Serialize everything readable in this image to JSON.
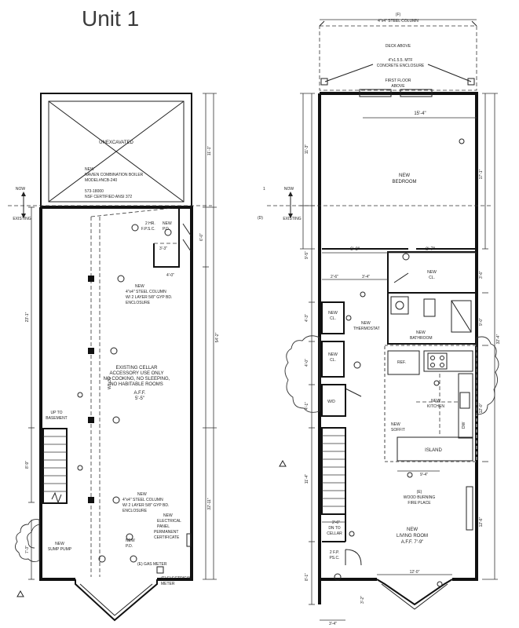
{
  "page_title": "Unit 1",
  "markers": {
    "new": "NOW",
    "existing": "EXISTING",
    "axis_1": "1",
    "axis_d": "(D)"
  },
  "cellar": {
    "unexcavated": "UNEXCAVATED",
    "boiler_note": [
      "NEW",
      "NAVIEN COMBINATION BOILER",
      "MODEL#NCB-240",
      "573-18000",
      "NSF CERTIFIED ANSI 372"
    ],
    "fpsc_note": [
      "2 HR.",
      "F.P.S.C."
    ],
    "new_pd": [
      "NEW",
      "P.D."
    ],
    "dim_3_3": "3'-3\"",
    "dim_4_0": "4'-0\"",
    "column_note_top": [
      "NEW",
      "4\"x4\" STEEL COLUMN",
      "W/ 2 LAYER 5/8\" GYP BD.",
      "ENCLOSURE"
    ],
    "main_note": [
      "EXISTING CELLAR",
      "ACCESSORY USE ONLY",
      "NO COOKING, NO SLEEPING,",
      "NO HABITABLE ROOMS"
    ],
    "aff": [
      "A.F.F.",
      "5'-5\""
    ],
    "beam_label": "W8x31",
    "up_to_basement": [
      "UP TO",
      "BASEMENT"
    ],
    "column_note_bottom": [
      "NEW",
      "4\"x4\" STEEL COLUMN",
      "W/ 2 LAYER 5/8\" GYP BD.",
      "ENCLOSURE"
    ],
    "panel_note": [
      "NEW",
      "ELECTRICAL",
      "PANEL",
      "PERMANENT",
      "CERTIFICATE"
    ],
    "sump_pump": [
      "NEW",
      "SUMP PUMP"
    ],
    "new_pd2": [
      "NEW",
      "P.D."
    ],
    "gas_meter": "(E) GAS METER",
    "elec_meter": [
      "(E) ELECTRICAL",
      "METER"
    ],
    "dims_right": [
      "11'-1\"",
      "6'-0\"",
      "54'-2\"",
      "32'-11\""
    ],
    "dims_left": [
      "23'-1\"",
      "8'-9\"",
      "7'-3\""
    ]
  },
  "first_floor": {
    "column_mark": "(F)",
    "column_note": "4\"x4\" STEEL COLUMN",
    "deck_above": "DECK ABOVE",
    "deck_column_note": [
      "4\"x1.5.5. MTF",
      "CONCRETE ENCLOSURE"
    ],
    "first_floor_above": [
      "FIRST FLOOR",
      "ABOVE"
    ],
    "dim_15_4": "15'-4\"",
    "bedroom": [
      "NEW",
      "BEDROOM"
    ],
    "dim_6_8": "6'-8\"",
    "dim_8_7": "8'-7\"",
    "dim_2_6": "2'-6\"",
    "dim_3_4": "3'-4\"",
    "new_cl_top": [
      "NEW",
      "CL."
    ],
    "new_cl_a": [
      "NEW",
      "CL."
    ],
    "new_cl_b": [
      "NEW",
      "CL."
    ],
    "thermostat": [
      "NEW",
      "THERMOSTAT"
    ],
    "bathroom": [
      "NEW",
      "BATHROOM"
    ],
    "ref": "REF.",
    "kitchen": [
      "NEW",
      "KITCHEN"
    ],
    "soffit": [
      "NEW",
      "SOFFIT"
    ],
    "dw": "DW",
    "island": "ISLAND",
    "wd": "W/D",
    "dim_9_4": "9'-4\"",
    "fireplace": [
      "(E)",
      "WOOD BURNING",
      "FIRE PLACE"
    ],
    "down_to_cellar": [
      "DN TO",
      "CELLAR"
    ],
    "living_room": [
      "NEW",
      "LIVING ROOM",
      "A.F.F. 7'-9\""
    ],
    "fpsc": [
      "2 F.P.",
      "PS.C."
    ],
    "dim_12_0": "12'-0\"",
    "dim_3_4_bottom": "3'-4\"",
    "dim_3_2": "3'-2\"",
    "dims_left": [
      "11'-3\"",
      "9'-5\"",
      "4'-3\"",
      "4'-0\"",
      "4'-1\"",
      "11'-4\"",
      "8'-1\""
    ],
    "dims_right": [
      "17'-1\"",
      "3'-6\"",
      "9'-0\"",
      "32'-4\"",
      "12'-0\"",
      "12'-6\""
    ],
    "dim_2_6b": "2'-6\""
  }
}
